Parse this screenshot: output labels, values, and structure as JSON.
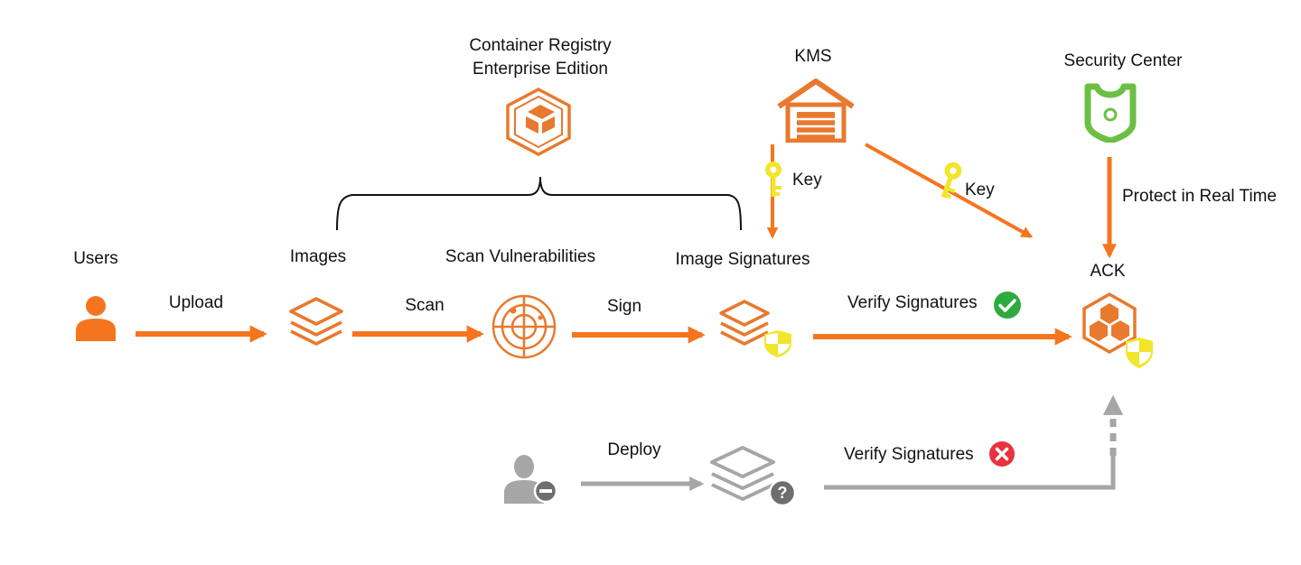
{
  "nodes": {
    "users": "Users",
    "images": "Images",
    "scan_vulnerabilities": "Scan Vulnerabilities",
    "image_signatures": "Image Signatures",
    "ack": "ACK",
    "kms": "KMS",
    "security_center": "Security Center",
    "registry_line1": "Container Registry",
    "registry_line2": "Enterprise Edition"
  },
  "edges": {
    "upload": "Upload",
    "scan": "Scan",
    "sign": "Sign",
    "verify_ok": "Verify Signatures",
    "deploy": "Deploy",
    "verify_fail": "Verify Signatures",
    "key_left": "Key",
    "key_right": "Key",
    "protect": "Protect in Real Time"
  },
  "colors": {
    "orange": "#f5751e",
    "orange_icon": "#e8792e",
    "gray": "#a6a6a6",
    "green": "#6cbf45",
    "yellow": "#f2e52b",
    "ok_green": "#2eab3f",
    "fail_red": "#e8323e"
  },
  "icons": [
    "user-icon",
    "layers-icon",
    "radar-icon",
    "signed-image-icon",
    "ack-cluster-icon",
    "kms-garage-icon",
    "shield-icon",
    "registry-hexagon-icon",
    "key-icon",
    "check-circle-icon",
    "cross-circle-icon",
    "unknown-user-icon",
    "unverified-image-icon"
  ]
}
